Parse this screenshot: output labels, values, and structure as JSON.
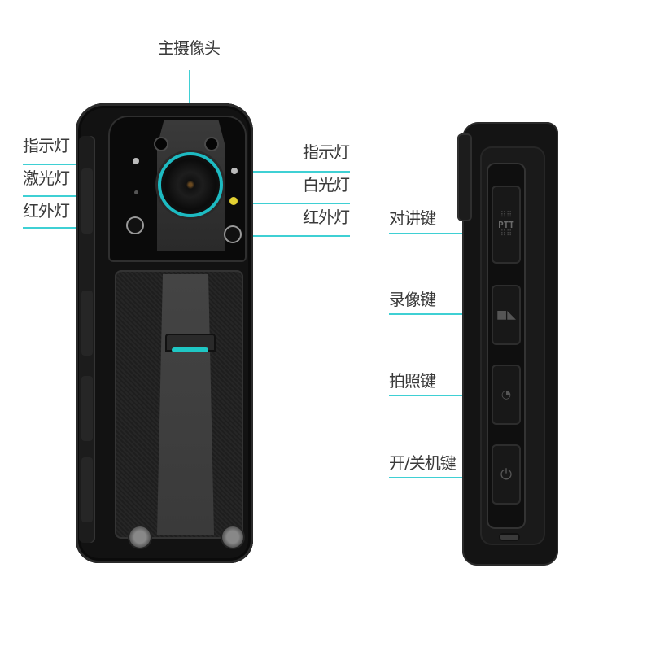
{
  "diagram": {
    "type": "product-annotation",
    "subject": "body-worn camera",
    "accent_line_color": "#3fd0d4",
    "label_color": "#3a3a3a",
    "front_view": {
      "top_label": "主摄像头",
      "left_labels": [
        "指示灯",
        "激光灯",
        "红外灯"
      ],
      "right_labels": [
        "指示灯",
        "白光灯",
        "红外灯"
      ]
    },
    "side_view": {
      "labels": [
        "对讲键",
        "录像键",
        "拍照键",
        "开/关机键"
      ],
      "ptt_button_text": "PTT",
      "buttons": [
        {
          "name": "ptt",
          "icon": "ptt-grill"
        },
        {
          "name": "record",
          "icon": "video-camera-icon"
        },
        {
          "name": "photo",
          "icon": "camera-icon"
        },
        {
          "name": "power",
          "icon": "power-icon"
        }
      ]
    }
  }
}
